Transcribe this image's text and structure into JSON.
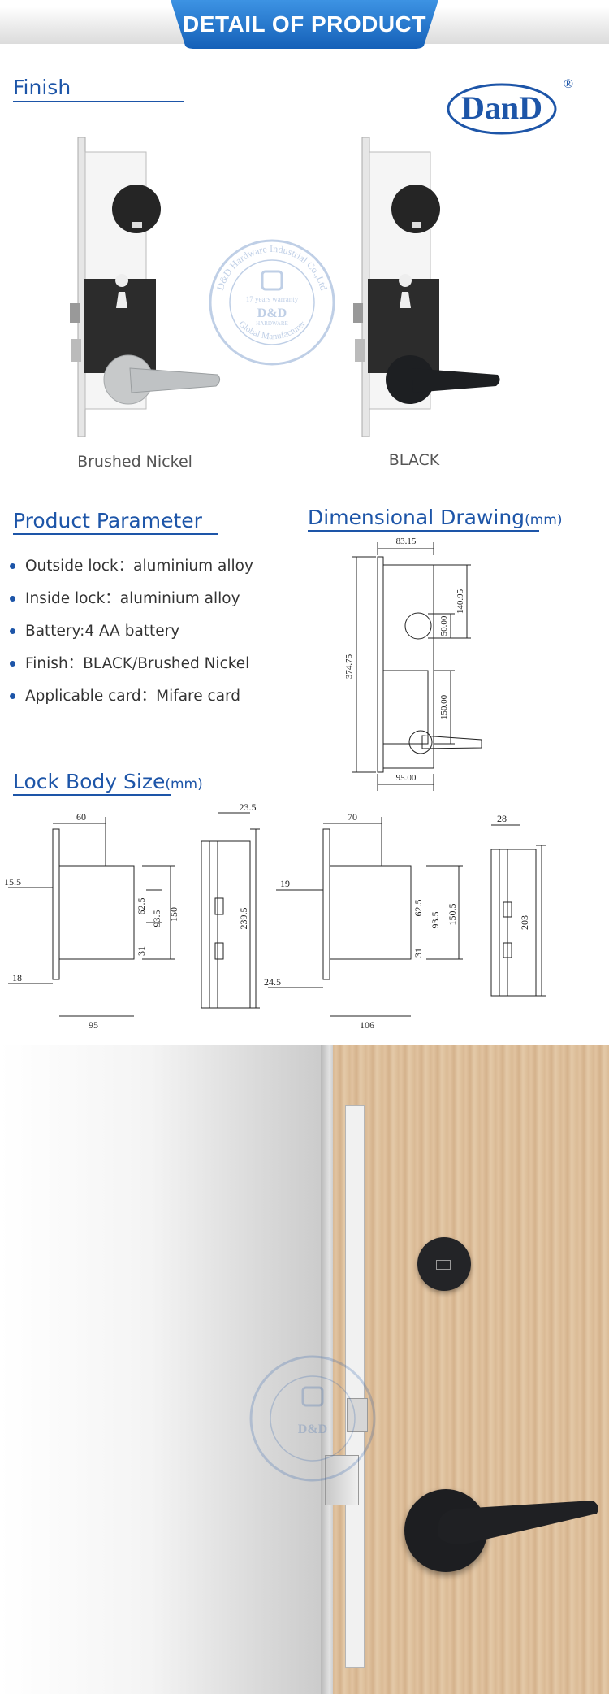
{
  "header": {
    "title": "DETAIL OF PRODUCT"
  },
  "brand": {
    "logo_text": "DanD",
    "registered_mark": "®"
  },
  "finish": {
    "title": "Finish",
    "options": [
      {
        "label": "Brushed Nickel",
        "color": "#bfc2c4"
      },
      {
        "label": "BLACK",
        "color": "#1d1f22"
      }
    ]
  },
  "watermark": {
    "ring_text": "D&D Hardware Industrial Co.,Ltd",
    "center_top": "17 years warranty",
    "center_logo": "D&D",
    "center_sub": "HARDWARE",
    "ring_bottom": "Global Manufacturer"
  },
  "product_parameter": {
    "title": "Product Parameter",
    "items": [
      "Outside lock：aluminium alloy",
      "Inside lock：aluminium alloy",
      "Battery:4 AA battery",
      "Finish：BLACK/Brushed Nickel",
      "Applicable card：Mifare card"
    ]
  },
  "dimensional_drawing": {
    "title": "Dimensional Drawing",
    "unit": "(mm)",
    "dims": [
      "83.15",
      "374.75",
      "50.00",
      "140.95",
      "150.00",
      "95.00"
    ]
  },
  "lock_body_size": {
    "title": "Lock Body Size",
    "unit": "(mm)",
    "left": [
      "60",
      "23.5",
      "15.5",
      "62.5",
      "93.5",
      "150",
      "239.5",
      "31",
      "18",
      "95"
    ],
    "right": [
      "70",
      "28",
      "19",
      "62.5",
      "93.5",
      "150.5",
      "203",
      "31",
      "24.5",
      "106"
    ]
  },
  "colors": {
    "accent": "#1d55a8",
    "ribbon": "#1a6fc4"
  }
}
